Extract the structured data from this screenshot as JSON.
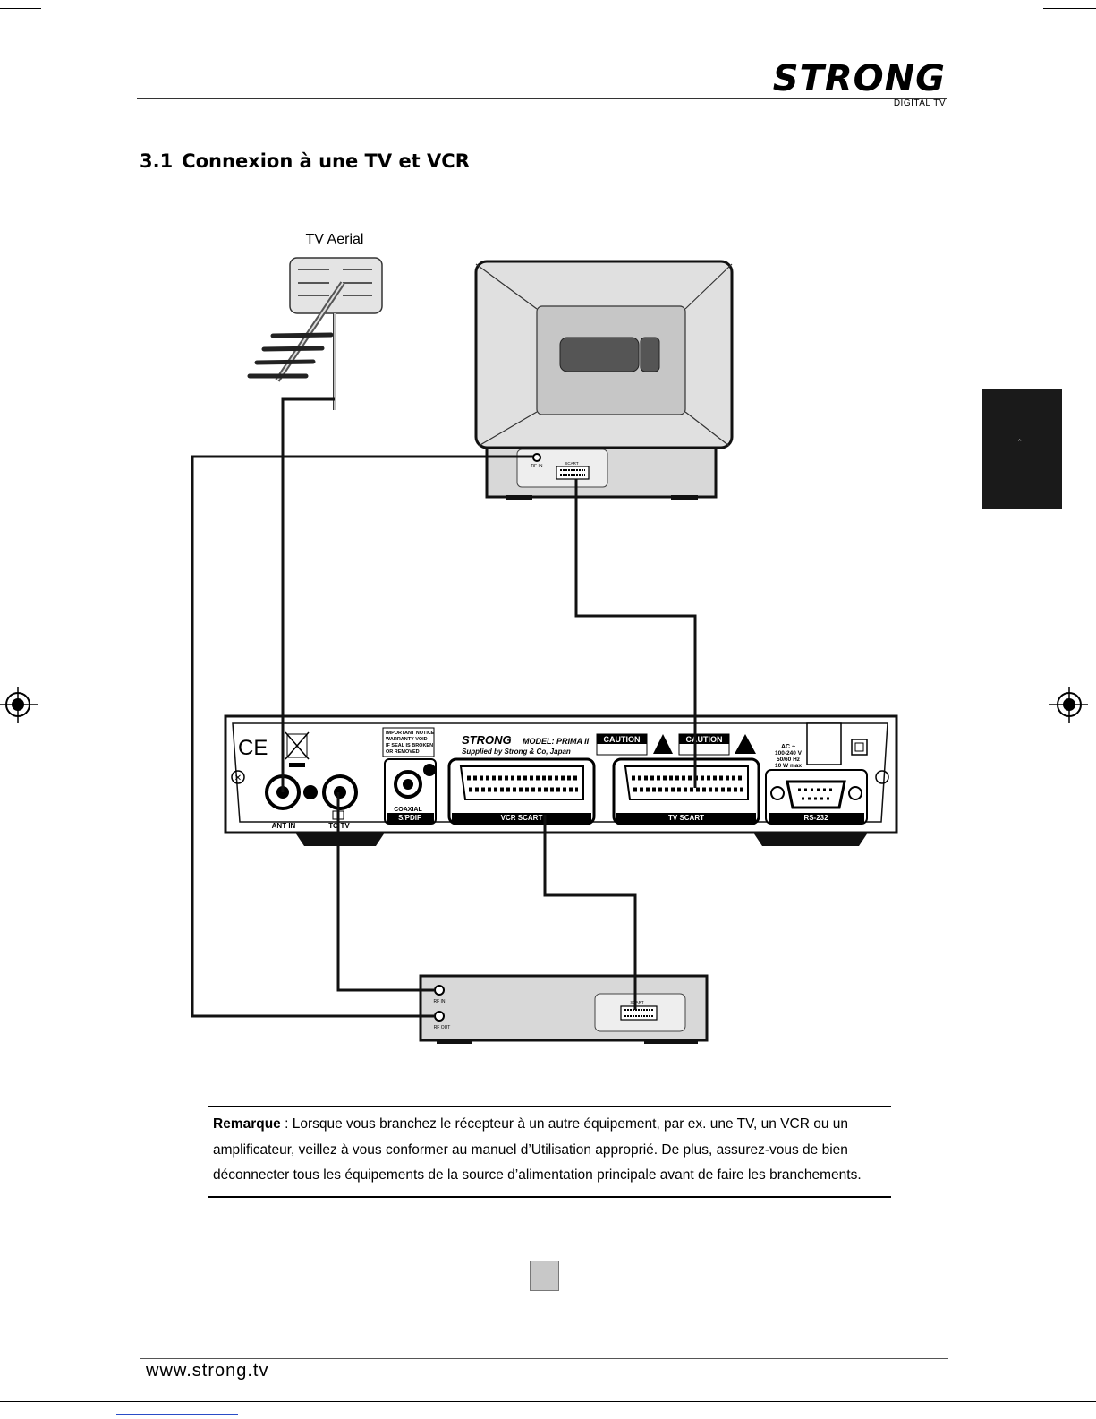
{
  "header": {
    "brand": "STRONG",
    "brand_sub": "DIGITAL TV"
  },
  "section": {
    "number": "3.1",
    "title": "Connexion à une TV et VCR"
  },
  "diagram": {
    "aerial_label": "TV Aerial",
    "tv_panel": {
      "rf_in": "RF IN",
      "scart": "SCART"
    },
    "receiver": {
      "notice": [
        "IMPORTANT NOTICE",
        "WARRANTY VOID",
        "IF SEAL IS BROKEN",
        "OR REMOVED"
      ],
      "brand": "STRONG",
      "model": "MODEL: PRIMA II",
      "supplied": "Supplied by Strong & Co, Japan",
      "caution": "CAUTION",
      "ant_in": "ANT IN",
      "to_tv": "TO TV",
      "coaxial": "COAXIAL",
      "spdif": "S/PDIF",
      "vcr_scart": "VCR SCART",
      "tv_scart": "TV SCART",
      "rs232": "RS-232",
      "power": [
        "AC ~",
        "100-240 V",
        "50/60 Hz",
        "10 W max"
      ]
    },
    "vcr_panel": {
      "rf_in": "RF IN",
      "rf_out": "RF OUT",
      "scart": "SCART"
    }
  },
  "note": {
    "label": "Remarque",
    "text": " : Lorsque vous branchez le récepteur à un autre équipement, par ex. une TV, un VCR ou un amplificateur, veillez à vous conformer au manuel d’Utilisation approprié. De plus, assurez-vous de bien déconnecter tous les équipements de la source d’alimentation principale avant de faire les branchements."
  },
  "footer": {
    "url": "www.strong.tv"
  }
}
